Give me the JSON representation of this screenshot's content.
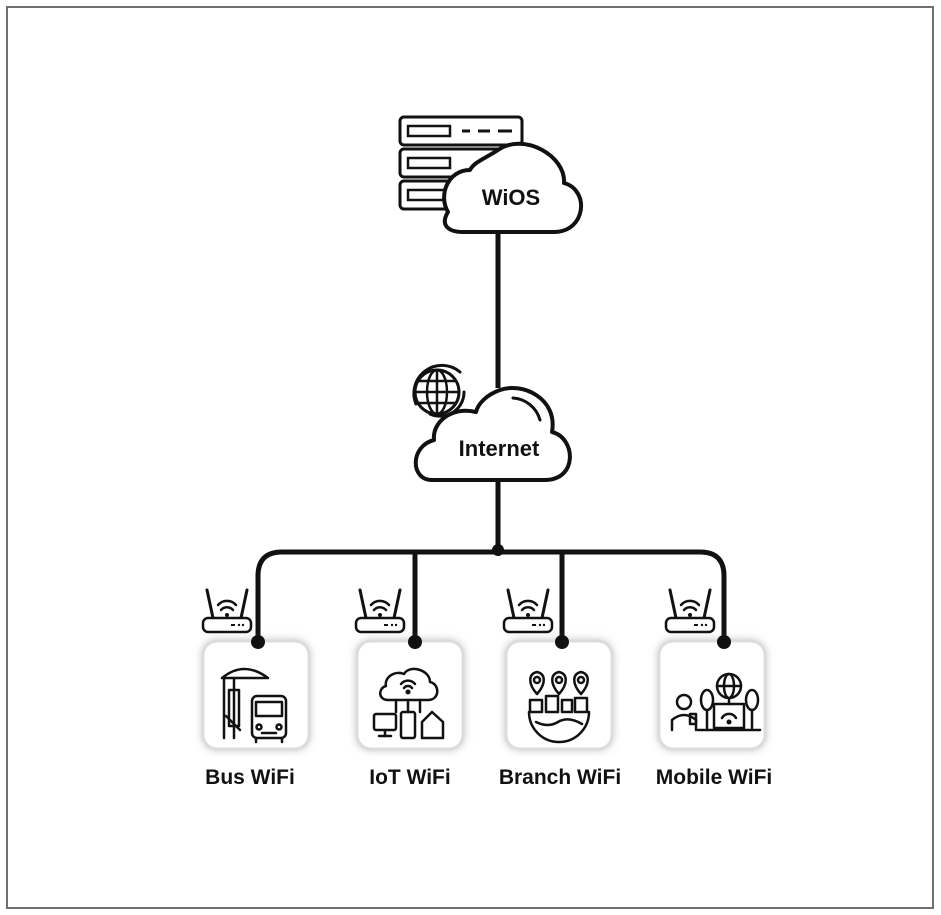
{
  "diagram": {
    "server_cloud": {
      "label": "WiOS",
      "server_icon": "server-rack-icon"
    },
    "internet_cloud": {
      "label": "Internet",
      "globe_icon": "globe-icon"
    },
    "router_icon": "wifi-router-icon",
    "endpoints": [
      {
        "label": "Bus WiFi",
        "icon": "bus-stop-icon"
      },
      {
        "label": "IoT WiFi",
        "icon": "iot-cloud-devices-icon"
      },
      {
        "label": "Branch WiFi",
        "icon": "branch-locations-icon"
      },
      {
        "label": "Mobile WiFi",
        "icon": "mobile-user-icon"
      }
    ],
    "colors": {
      "line": "#111111",
      "tile_shadow": "#cccccc",
      "border": "#6f6f6f"
    }
  }
}
